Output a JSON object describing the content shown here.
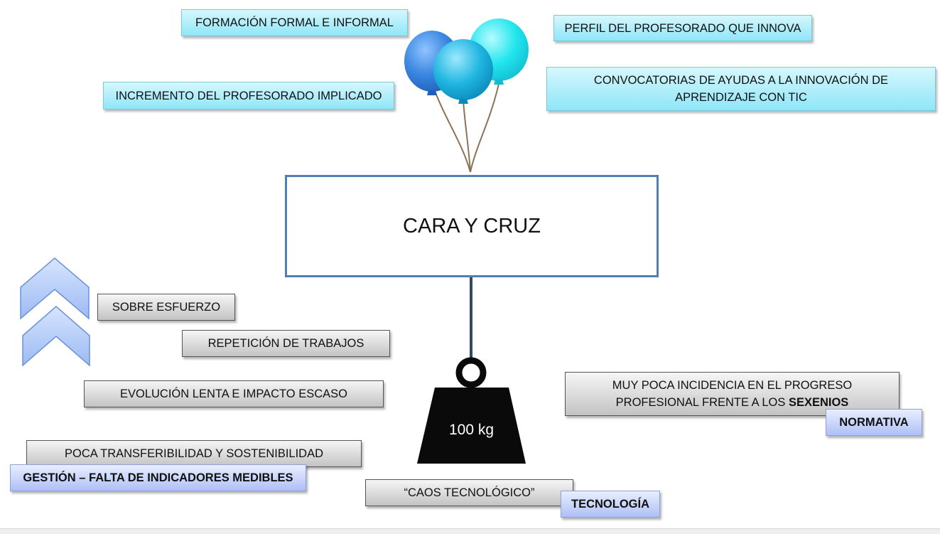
{
  "central": {
    "title": "CARA Y CRUZ"
  },
  "positives": [
    {
      "text": "FORMACIÓN FORMAL E INFORMAL"
    },
    {
      "text": "PERFIL DEL PROFESORADO QUE INNOVA"
    },
    {
      "text": "INCREMENTO DEL PROFESORADO IMPLICADO"
    },
    {
      "text": "CONVOCATORIAS DE AYUDAS A LA INNOVACIÓN DE APRENDIZAJE CON TIC"
    }
  ],
  "negatives": {
    "sobre_esfuerzo": "SOBRE ESFUERZO",
    "repeticion": "REPETICIÓN DE TRABAJOS",
    "evolucion": "EVOLUCIÓN LENTA E IMPACTO ESCASO",
    "transferibilidad": "POCA TRANSFERIBILIDAD Y SOSTENIBILIDAD",
    "caos": "“CAOS TECNOLÓGICO”",
    "incidencia_part1": "MUY POCA INCIDENCIA EN EL PROGRESO PROFESIONAL FRENTE A LOS ",
    "incidencia_bold": "SEXENIOS"
  },
  "categories": {
    "gestion": "GESTIÓN – FALTA DE INDICADORES MEDIBLES",
    "tecnologia": "TECNOLOGÍA",
    "normativa": "NORMATIVA"
  },
  "weight": {
    "label": "100 kg"
  },
  "colors": {
    "positive_box": "#8fe6f8",
    "negative_box": "#c3c3c3",
    "category_box": "#aebff6",
    "central_border": "#4f7fb6",
    "balloon_blue": "#3a86e0",
    "balloon_teal": "#1fb6e0",
    "balloon_aqua": "#22e6ee",
    "weight": "#0a0a0a",
    "chevron": "#a9c4f5"
  },
  "icons": [
    "balloons-icon",
    "weight-icon",
    "double-chevron-up-icon"
  ]
}
